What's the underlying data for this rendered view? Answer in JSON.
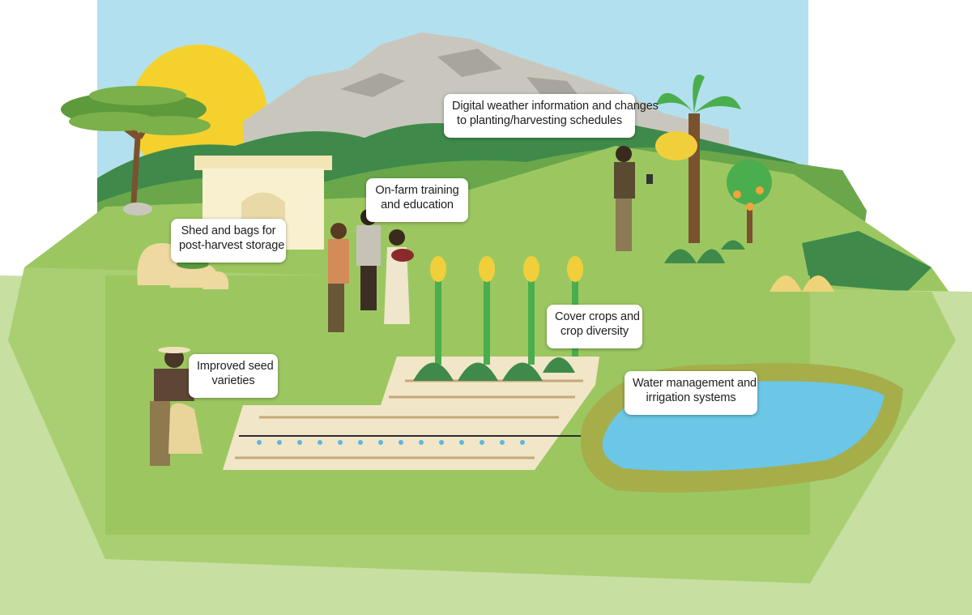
{
  "callouts": {
    "weather": {
      "line1": "Digital weather information and changes",
      "line2": "to planting/harvesting schedules"
    },
    "training": {
      "line1": "On-farm training",
      "line2": "and education"
    },
    "storage": {
      "line1": "Shed and bags for",
      "line2": "post-harvest storage"
    },
    "cover_crops": {
      "line1": "Cover crops and",
      "line2": "crop diversity"
    },
    "seed": {
      "line1": "Improved seed",
      "line2": "varieties"
    },
    "water": {
      "line1": "Water management and",
      "line2": "irrigation systems"
    }
  },
  "colors": {
    "sky": "#b3e0ee",
    "sun": "#f5d12e",
    "mountain": "#c9c7bd",
    "hill_dark": "#3f8a4a",
    "field": "#9cc760",
    "field_light": "#c7dfa0",
    "plot": "#f1e6c8",
    "pond": "#6cc6e6",
    "pond_rim": "#8a9b3a",
    "crop": "#4aae4f",
    "corn": "#f1cf3a"
  }
}
